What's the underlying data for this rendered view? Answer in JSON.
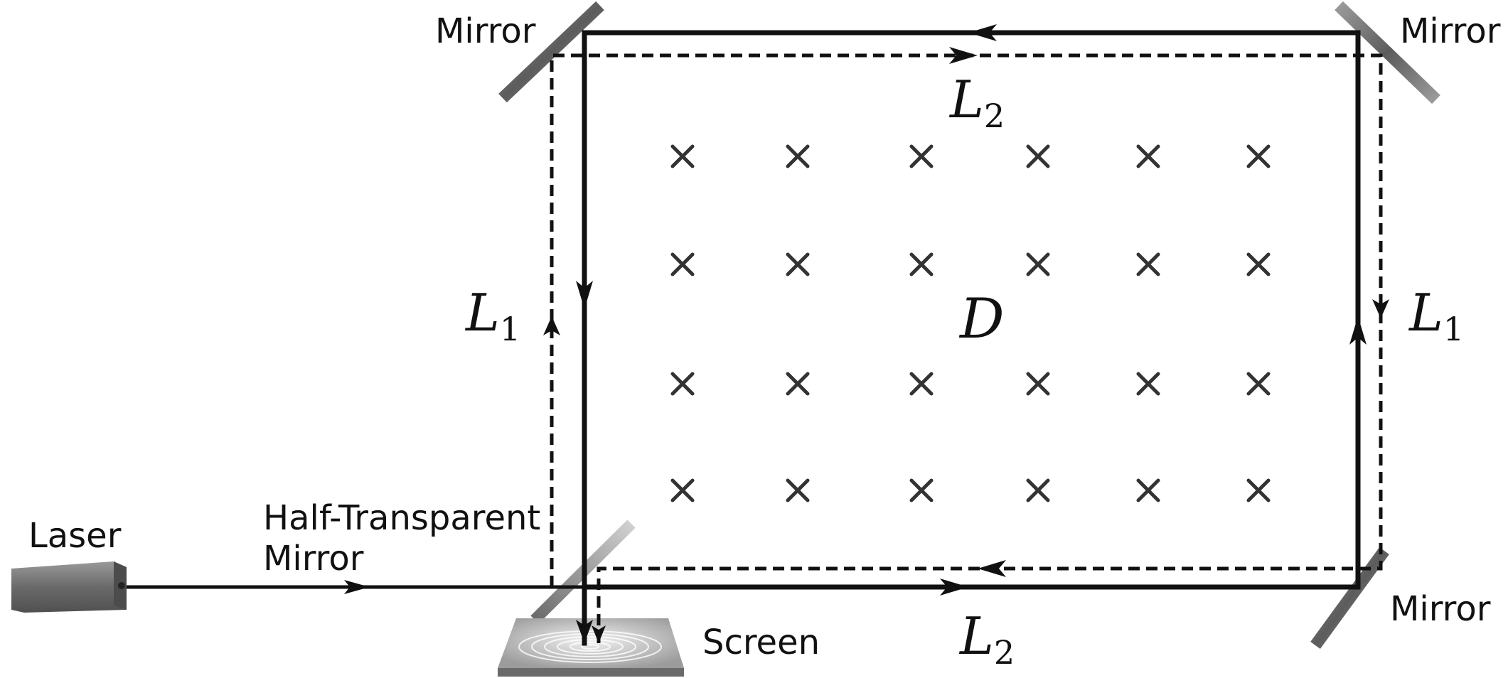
{
  "labels": {
    "mirror_top_left": "Mirror",
    "mirror_top_right": "Mirror",
    "mirror_bottom_right": "Mirror",
    "laser": "Laser",
    "half_mirror_line1": "Half-Transparent",
    "half_mirror_line2": "Mirror",
    "screen": "Screen",
    "path_L1": "L",
    "path_L1_sub": "1",
    "path_L2": "L",
    "path_L2_sub": "2",
    "domain": "D"
  },
  "field": {
    "symbol": "×",
    "rows": 4,
    "cols": 6
  },
  "colors": {
    "beam": "#111111",
    "mirror": "#6a6a6a",
    "laser_body": "#707070",
    "screen_base": "#8a8a8a"
  }
}
